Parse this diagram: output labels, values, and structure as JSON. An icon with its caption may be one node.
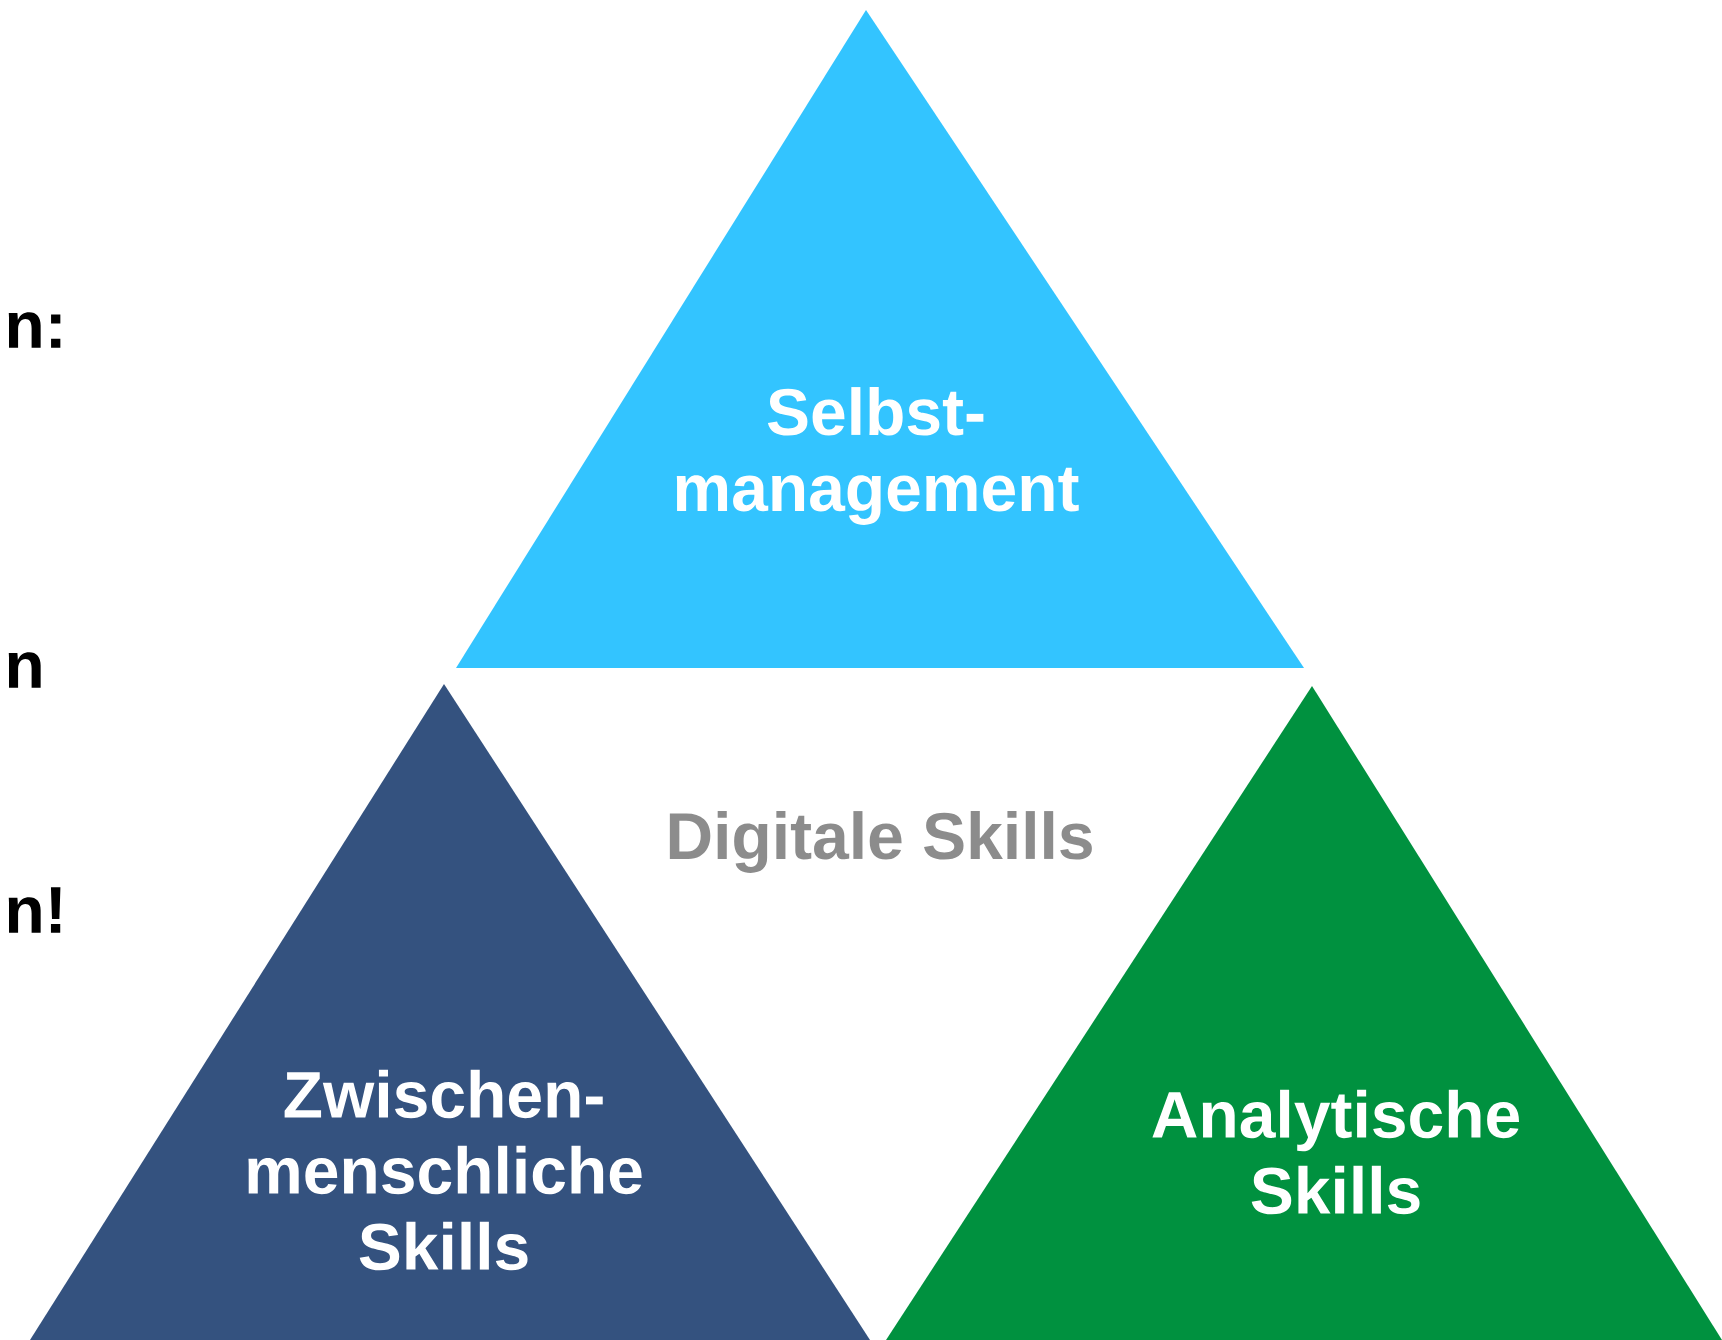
{
  "diagram": {
    "nodes": [
      {
        "text": [
          "Selbst- management"
        ]
      },
      {
        "text": [
          "Zwischen- menschliche Skills"
        ]
      },
      {
        "text": [
          "Analytische Skills"
        ]
      }
    ],
    "labels": [
      "n:",
      "n",
      "n!",
      "Digitale Skills"
    ]
  }
}
